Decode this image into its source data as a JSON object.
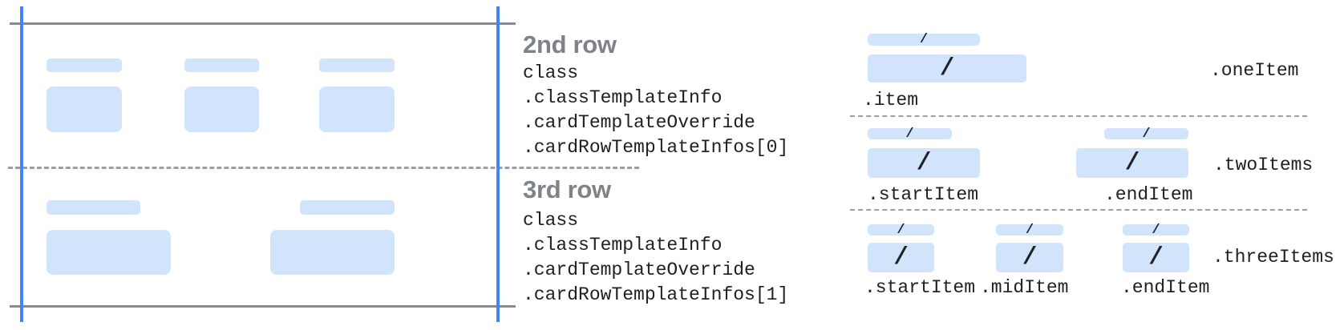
{
  "colors": {
    "field_fill": "#d2e3fc",
    "guide_blue": "#4285f4",
    "border_gray": "#868b90",
    "dash_gray": "#9aa0a6",
    "text_dark": "#202124",
    "heading_gray": "#7d8388"
  },
  "slash": "/",
  "middle_sections": [
    {
      "heading": "2nd row",
      "code": [
        "class",
        ".classTemplateInfo",
        ".cardTemplateOverride",
        ".cardRowTemplateInfos[0]"
      ]
    },
    {
      "heading": "3rd row",
      "code": [
        "class",
        ".classTemplateInfo",
        ".cardTemplateOverride",
        ".cardRowTemplateInfos[1]"
      ]
    }
  ],
  "right_sections": [
    {
      "label": ".oneItem",
      "item_labels": [
        ".item"
      ]
    },
    {
      "label": ".twoItems",
      "item_labels": [
        ".startItem",
        ".endItem"
      ]
    },
    {
      "label": ".threeItems",
      "item_labels": [
        ".startItem",
        ".midItem",
        ".endItem"
      ]
    }
  ]
}
